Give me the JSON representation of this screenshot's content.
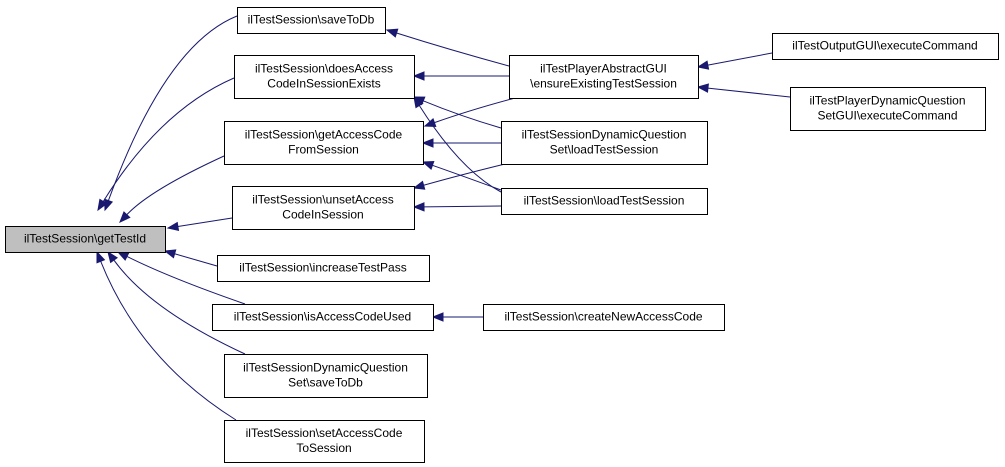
{
  "diagram": {
    "nodes": [
      {
        "id": "getTestId",
        "lines": [
          "ilTestSession\\getTestId"
        ],
        "focus": true
      },
      {
        "id": "saveToDb",
        "lines": [
          "ilTestSession\\saveToDb"
        ]
      },
      {
        "id": "doesAccess",
        "lines": [
          "ilTestSession\\doesAccess",
          "CodeInSessionExists"
        ]
      },
      {
        "id": "getAccessCode",
        "lines": [
          "ilTestSession\\getAccessCode",
          "FromSession"
        ]
      },
      {
        "id": "unsetAccess",
        "lines": [
          "ilTestSession\\unsetAccess",
          "CodeInSession"
        ]
      },
      {
        "id": "increaseTestPass",
        "lines": [
          "ilTestSession\\increaseTestPass"
        ]
      },
      {
        "id": "isAccessCodeUsed",
        "lines": [
          "ilTestSession\\isAccessCodeUsed"
        ]
      },
      {
        "id": "dynSaveToDb",
        "lines": [
          "ilTestSessionDynamicQuestion",
          "Set\\saveToDb"
        ]
      },
      {
        "id": "setAccessCode",
        "lines": [
          "ilTestSession\\setAccessCode",
          "ToSession"
        ]
      },
      {
        "id": "playerAbstract",
        "lines": [
          "ilTestPlayerAbstractGUI",
          "\\ensureExistingTestSession"
        ]
      },
      {
        "id": "dynLoad",
        "lines": [
          "ilTestSessionDynamicQuestion",
          "Set\\loadTestSession"
        ]
      },
      {
        "id": "loadTestSession",
        "lines": [
          "ilTestSession\\loadTestSession"
        ]
      },
      {
        "id": "createNewAccessCode",
        "lines": [
          "ilTestSession\\createNewAccessCode"
        ]
      },
      {
        "id": "outputExecute",
        "lines": [
          "ilTestOutputGUI\\executeCommand"
        ]
      },
      {
        "id": "dynPlayerExecute",
        "lines": [
          "ilTestPlayerDynamicQuestion",
          "SetGUI\\executeCommand"
        ]
      }
    ],
    "edges": [
      {
        "from": "saveToDb",
        "to": "getTestId"
      },
      {
        "from": "doesAccess",
        "to": "getTestId"
      },
      {
        "from": "getAccessCode",
        "to": "getTestId"
      },
      {
        "from": "unsetAccess",
        "to": "getTestId"
      },
      {
        "from": "increaseTestPass",
        "to": "getTestId"
      },
      {
        "from": "isAccessCodeUsed",
        "to": "getTestId"
      },
      {
        "from": "dynSaveToDb",
        "to": "getTestId"
      },
      {
        "from": "setAccessCode",
        "to": "getTestId"
      },
      {
        "from": "playerAbstract",
        "to": "saveToDb"
      },
      {
        "from": "playerAbstract",
        "to": "doesAccess"
      },
      {
        "from": "playerAbstract",
        "to": "getAccessCode"
      },
      {
        "from": "dynLoad",
        "to": "doesAccess"
      },
      {
        "from": "loadTestSession",
        "to": "doesAccess"
      },
      {
        "from": "dynLoad",
        "to": "getAccessCode"
      },
      {
        "from": "loadTestSession",
        "to": "getAccessCode"
      },
      {
        "from": "dynLoad",
        "to": "unsetAccess"
      },
      {
        "from": "loadTestSession",
        "to": "unsetAccess"
      },
      {
        "from": "createNewAccessCode",
        "to": "isAccessCodeUsed"
      },
      {
        "from": "outputExecute",
        "to": "playerAbstract"
      },
      {
        "from": "dynPlayerExecute",
        "to": "playerAbstract"
      }
    ]
  }
}
